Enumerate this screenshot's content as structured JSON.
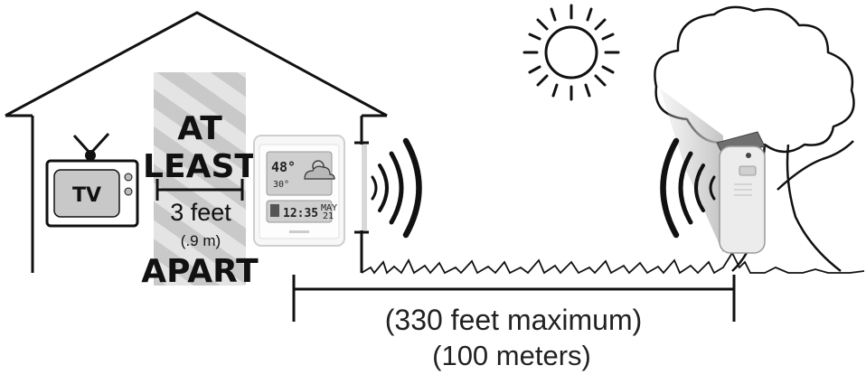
{
  "tv": {
    "label": "TV"
  },
  "spacing": {
    "line1": "AT",
    "line2": "LEAST",
    "distance": "3 feet",
    "metric": "(.9 m)",
    "line4": "APART"
  },
  "display": {
    "temp_main": "48°",
    "temp_secondary": "30°",
    "clock": "12:35",
    "date_top": "MAY",
    "date_bottom": "21"
  },
  "range": {
    "max_feet": "(330 feet maximum)",
    "max_meters": "(100 meters)"
  },
  "colors": {
    "stroke": "#111111",
    "lcd": "#cfcfcf",
    "hatch": "#d2d2d2",
    "sensor": "#e6e6e6"
  }
}
